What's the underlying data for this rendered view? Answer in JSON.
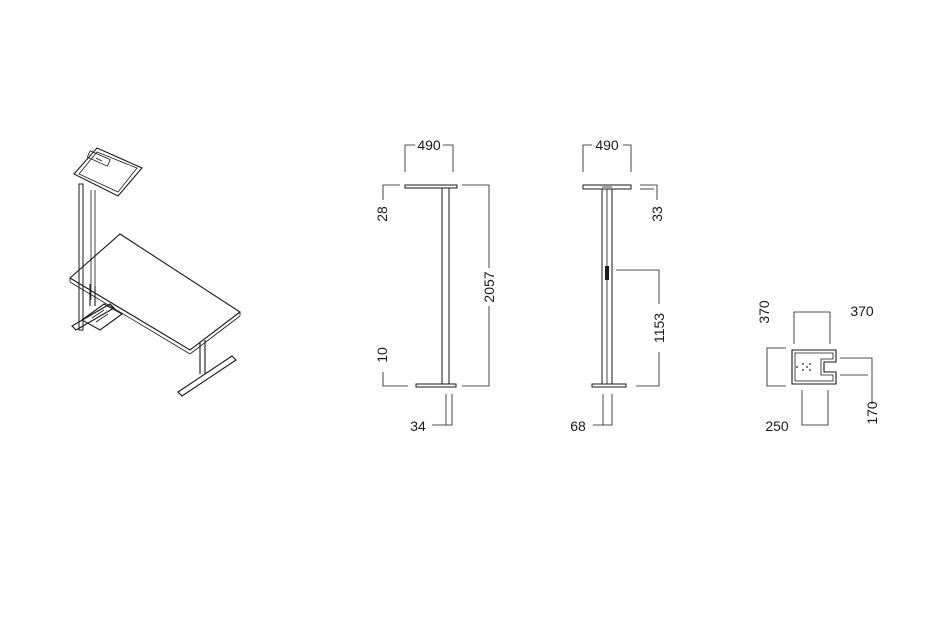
{
  "front_view": {
    "top_width": "490",
    "head_height": "28",
    "total_height": "2057",
    "base_height": "10",
    "pole_width": "34"
  },
  "side_view": {
    "top_width": "490",
    "head_height": "33",
    "switch_height": "1153",
    "pole_width": "68"
  },
  "base_plan": {
    "depth": "370",
    "width": "370",
    "notch_width": "250",
    "notch_depth": "170"
  },
  "line_color": "#1a1a1a"
}
